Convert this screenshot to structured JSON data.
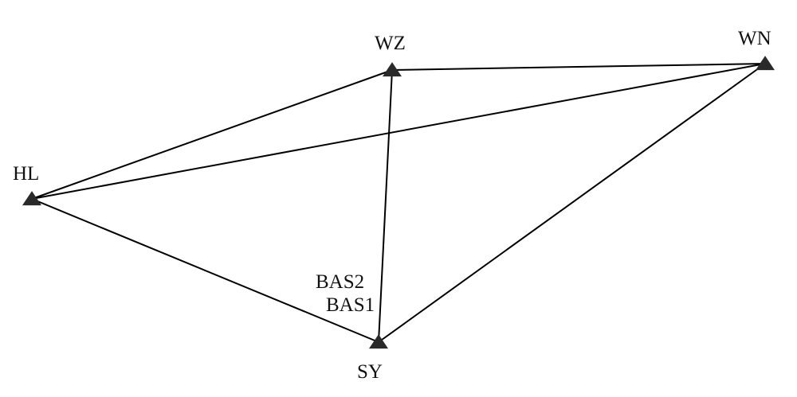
{
  "diagram": {
    "type": "network",
    "stations": [
      {
        "id": "HL",
        "label": "HL"
      },
      {
        "id": "WZ",
        "label": "WZ"
      },
      {
        "id": "WN",
        "label": "WN"
      },
      {
        "id": "SY",
        "label": "SY"
      }
    ],
    "baselines": [
      {
        "from": "HL",
        "to": "WZ"
      },
      {
        "from": "HL",
        "to": "WN"
      },
      {
        "from": "HL",
        "to": "SY"
      },
      {
        "from": "WZ",
        "to": "WN"
      },
      {
        "from": "WZ",
        "to": "SY"
      },
      {
        "from": "SY",
        "to": "WN"
      }
    ],
    "annotations": [
      {
        "id": "bas2",
        "text": "BAS2"
      },
      {
        "id": "bas1",
        "text": "BAS1"
      }
    ],
    "colors": {
      "line": "#000000",
      "marker": "#2a2a2a",
      "text": "#111111"
    }
  }
}
